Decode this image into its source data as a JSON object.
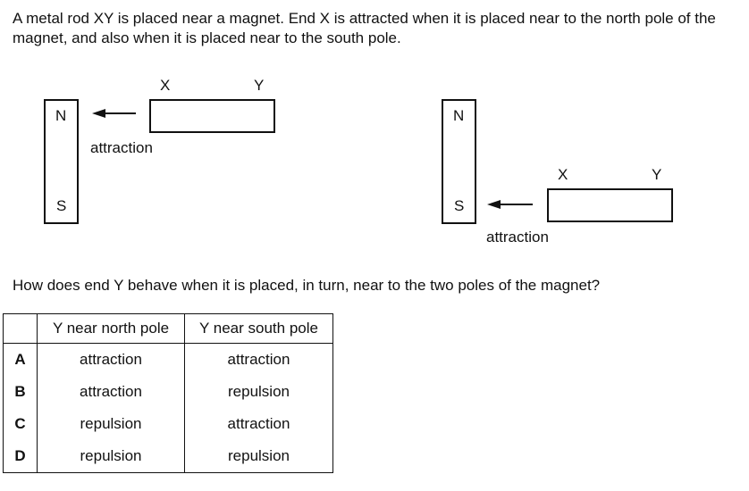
{
  "question": {
    "stem": "A metal rod XY is placed near a magnet. End X is attracted when it is placed near to the north pole of the magnet, and also when it is placed near to the south pole.",
    "prompt": "How does end Y behave when it is placed, in turn, near to the two poles of the magnet?"
  },
  "diagram": {
    "left": {
      "north": "N",
      "south": "S",
      "end_x": "X",
      "end_y": "Y",
      "label": "attraction"
    },
    "right": {
      "north": "N",
      "south": "S",
      "end_x": "X",
      "end_y": "Y",
      "label": "attraction"
    }
  },
  "table": {
    "headers": [
      "",
      "Y near north pole",
      "Y near south pole"
    ],
    "rows": [
      {
        "option": "A",
        "north": "attraction",
        "south": "attraction"
      },
      {
        "option": "B",
        "north": "attraction",
        "south": "repulsion"
      },
      {
        "option": "C",
        "north": "repulsion",
        "south": "attraction"
      },
      {
        "option": "D",
        "north": "repulsion",
        "south": "repulsion"
      }
    ]
  }
}
